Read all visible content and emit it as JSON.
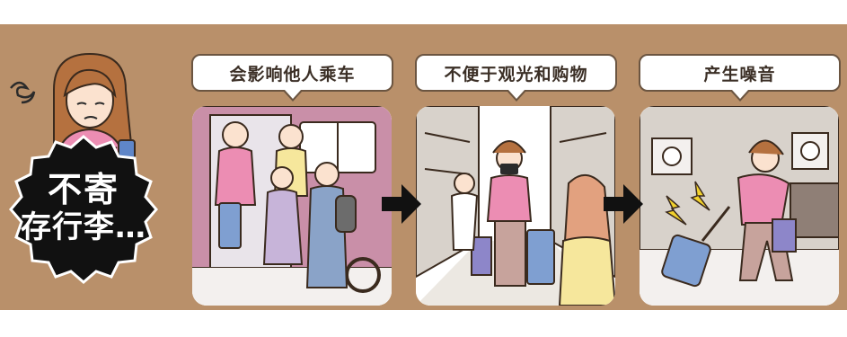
{
  "badge": {
    "line1": "不寄",
    "line2": "存行李…"
  },
  "panels": [
    {
      "caption": "会影响他人乘车"
    },
    {
      "caption": "不便于观光和购物"
    },
    {
      "caption": "产生噪音"
    }
  ],
  "colors": {
    "background": "#b9906a",
    "badge": "#111111",
    "train": "#c98fa8",
    "suitcase": "#7f9fd1",
    "shirt_pink": "#ec8db3",
    "spark": "#f2d22c"
  }
}
